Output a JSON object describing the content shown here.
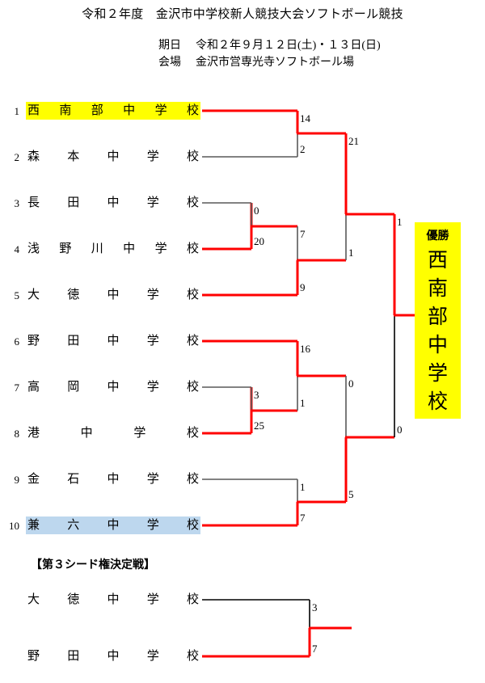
{
  "header": {
    "title": "令和２年度　金沢市中学校新人競技大会ソフトボール競技",
    "date_label": "期日",
    "date_value": "令和２年９月１２日(土)・１３日(日)",
    "venue_label": "会場",
    "venue_value": "金沢市営専光寺ソフトボール場"
  },
  "colors": {
    "winner_line": "#ff0000",
    "loser_line": "#595959",
    "highlight_champion": "#ffff00",
    "highlight_seed": "#bdd7ee"
  },
  "teams": [
    {
      "no": "1",
      "name": "西南部中学校",
      "chars": [
        "西",
        "南",
        "部",
        "中",
        "学",
        "校"
      ],
      "highlight": "yellow"
    },
    {
      "no": "2",
      "name": "森本中学校",
      "chars": [
        "森",
        "本",
        "中",
        "学",
        "校"
      ],
      "highlight": "none"
    },
    {
      "no": "3",
      "name": "長田中学校",
      "chars": [
        "長",
        "田",
        "中",
        "学",
        "校"
      ],
      "highlight": "none"
    },
    {
      "no": "4",
      "name": "浅野川中学校",
      "chars": [
        "浅",
        "野",
        "川",
        "中",
        "学",
        "校"
      ],
      "highlight": "none"
    },
    {
      "no": "5",
      "name": "大徳中学校",
      "chars": [
        "大",
        "徳",
        "中",
        "学",
        "校"
      ],
      "highlight": "none"
    },
    {
      "no": "6",
      "name": "野田中学校",
      "chars": [
        "野",
        "田",
        "中",
        "学",
        "校"
      ],
      "highlight": "none"
    },
    {
      "no": "7",
      "name": "高岡中学校",
      "chars": [
        "高",
        "岡",
        "中",
        "学",
        "校"
      ],
      "highlight": "none"
    },
    {
      "no": "8",
      "name": "港中学校",
      "chars": [
        "港",
        "中",
        "学",
        "校"
      ],
      "highlight": "none"
    },
    {
      "no": "9",
      "name": "金石中学校",
      "chars": [
        "金",
        "石",
        "中",
        "学",
        "校"
      ],
      "highlight": "none"
    },
    {
      "no": "10",
      "name": "兼六中学校",
      "chars": [
        "兼",
        "六",
        "中",
        "学",
        "校"
      ],
      "highlight": "blue"
    }
  ],
  "scores": {
    "m1_top": "14",
    "m1_bottom": "2",
    "m2_top": "0",
    "m2_bottom": "20",
    "m3_top": "7",
    "m3_bottom": "9",
    "m4_top": "21",
    "m4_bottom": "1",
    "m5_top": "16",
    "m5_bottom": "1",
    "m6_top": "3",
    "m6_bottom": "25",
    "m7_top": "1",
    "m7_bottom": "7",
    "m8_top": "0",
    "m8_bottom": "5",
    "m9_top": "1",
    "m9_bottom": "0",
    "playoff_top": "3",
    "playoff_bottom": "7"
  },
  "champion": {
    "label": "優勝",
    "name": "西南部中学校",
    "chars": [
      "西",
      "南",
      "部",
      "中",
      "学",
      "校"
    ]
  },
  "playoff": {
    "title": "【第３シード権決定戦】",
    "teams": [
      {
        "name": "大徳中学校",
        "chars": [
          "大",
          "徳",
          "中",
          "学",
          "校"
        ]
      },
      {
        "name": "野田中学校",
        "chars": [
          "野",
          "田",
          "中",
          "学",
          "校"
        ]
      }
    ]
  }
}
